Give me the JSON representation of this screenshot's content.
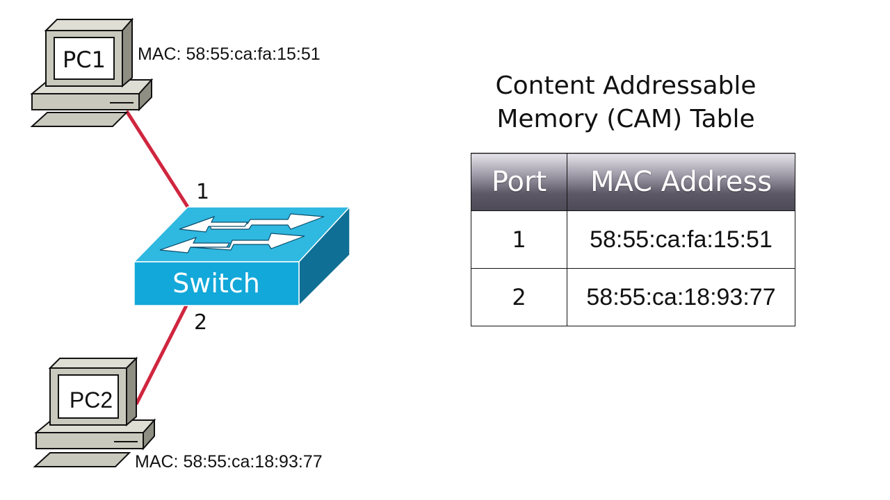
{
  "title": {
    "line1": "Content Addressable",
    "line2": "Memory (CAM) Table"
  },
  "pcs": [
    {
      "label": "PC1",
      "mac_label": "MAC: 58:55:ca:fa:15:51",
      "port": "1"
    },
    {
      "label": "PC2",
      "mac_label": "MAC: 58:55:ca:18:93:77",
      "port": "2"
    }
  ],
  "switch": {
    "label": "Switch"
  },
  "cam_table": {
    "headers": [
      "Port",
      "MAC Address"
    ],
    "rows": [
      {
        "port": "1",
        "mac": "58:55:ca:fa:15:51"
      },
      {
        "port": "2",
        "mac": "58:55:ca:18:93:77"
      }
    ]
  },
  "colors": {
    "link": "#d0263f",
    "switch_top": "#2fb8e0",
    "switch_front": "#12a8d9",
    "switch_side": "#0f6f95",
    "computer_body": "#c9c9bd",
    "computer_shadow": "#8e8e83"
  }
}
